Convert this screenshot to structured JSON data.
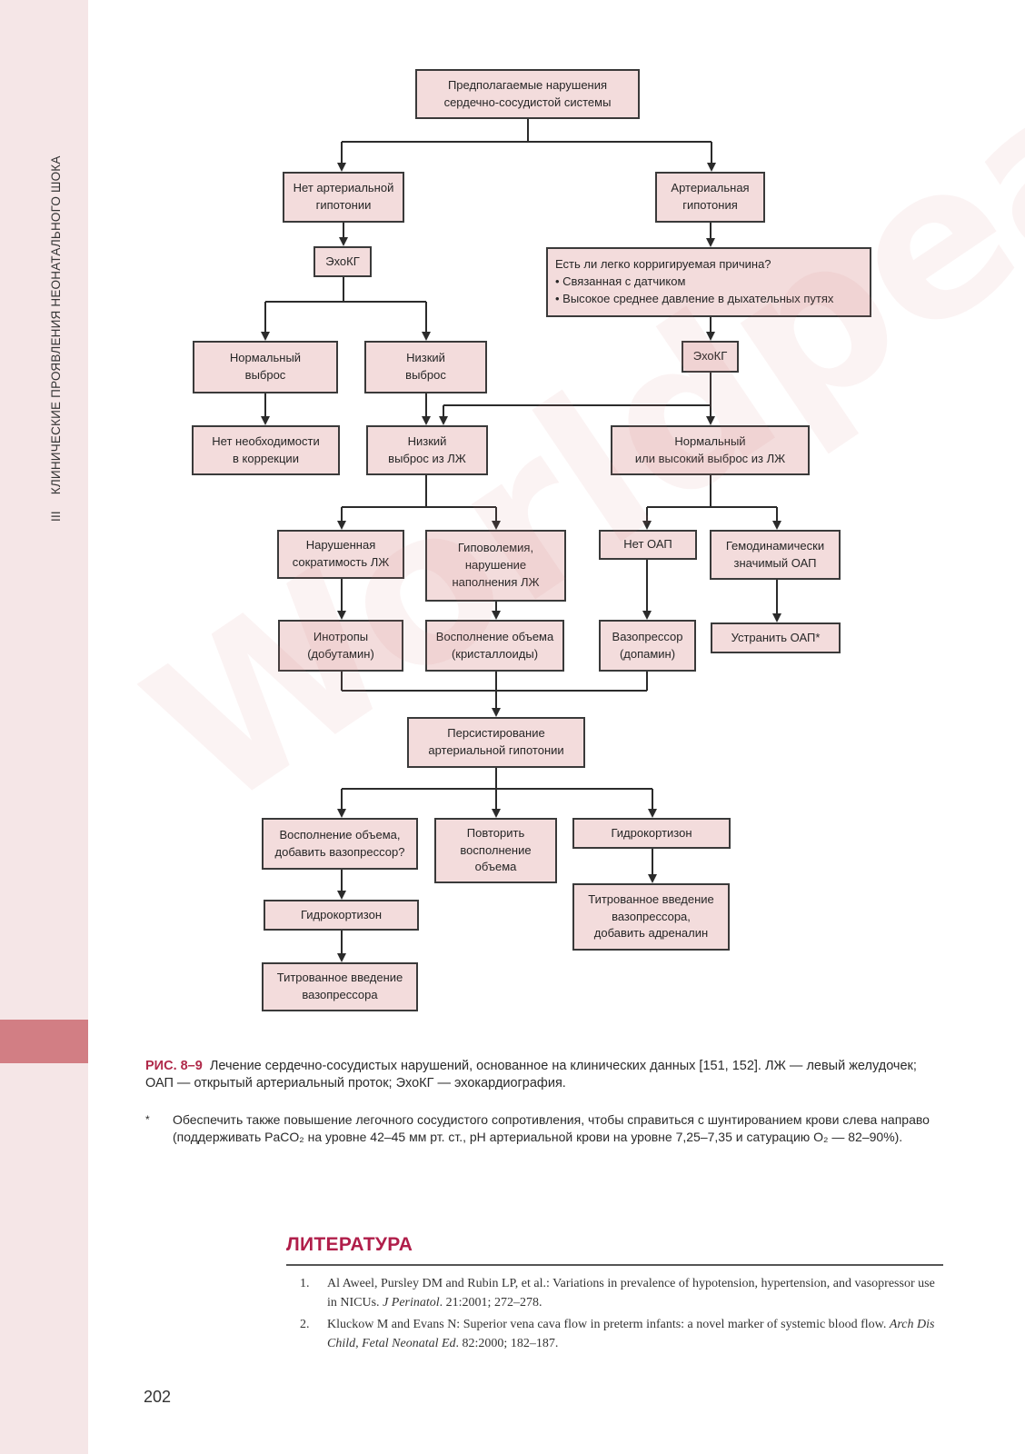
{
  "running_head": {
    "part": "III",
    "title": "КЛИНИЧЕСКИЕ ПРОЯВЛЕНИЯ НЕОНАТАЛЬНОГО ШОКА"
  },
  "flowchart": {
    "root": "Предполагаемые нарушения\nсердечно-сосудистой системы",
    "no_hypotension": "Нет артериальной\nгипотонии",
    "hypotension": "Артериальная\nгипотония",
    "echo_left": "ЭхоКГ",
    "correctable_cause": "Есть ли легко корригируемая причина?\n• Связанная с датчиком\n• Высокое среднее давление в дыхательных путях",
    "echo_right": "ЭхоКГ",
    "normal_output": "Нормальный\nвыброс",
    "low_output": "Низкий\nвыброс",
    "no_correction": "Нет необходимости\nв коррекции",
    "low_lv_output": "Низкий\nвыброс из ЛЖ",
    "normal_high_lv_output": "Нормальный\nили высокий выброс из ЛЖ",
    "impaired_contractility": "Нарушенная\nсократимость ЛЖ",
    "hypovolemia": "Гиповолемия,\nнарушение\nнаполнения ЛЖ",
    "no_pda": "Нет ОАП",
    "significant_pda": "Гемодинамически\nзначимый ОАП",
    "inotropes": "Инотропы\n(добутамин)",
    "volume_crystalloids": "Восполнение объема\n(кристаллоиды)",
    "vasopressor_dopamine": "Вазопрессор\n(допамин)",
    "close_pda": "Устранить ОАП*",
    "persistent_hypotension": "Персистирование\nартериальной гипотонии",
    "volume_add_vasopressor": "Восполнение объема,\nдобавить вазопрессор?",
    "repeat_volume": "Повторить\nвосполнение\nобъема",
    "hydrocortisone_right": "Гидрокортизон",
    "hydrocortisone_left": "Гидрокортизон",
    "titrate_vasopressor": "Титрованное введение\nвазопрессора",
    "titrate_add_adrenaline": "Титрованное введение\nвазопрессора,\nдобавить адреналин"
  },
  "caption": {
    "label": "РИС. 8–9",
    "text": "Лечение сердечно-сосудистых нарушений, основанное на клинических данных [151, 152]. ЛЖ — левый желудочек; ОАП — открытый артериальный проток; ЭхоКГ — эхокардиография."
  },
  "footnote": {
    "mark": "*",
    "text": "Обеспечить также повышение легочного сосудистого сопротивления, чтобы справиться с шунтированием крови слева направо (поддерживать PaCO₂ на уровне 42–45 мм рт. ст., pH артериальной крови на уровне 7,25–7,35 и сатурацию O₂ — 82–90%)."
  },
  "references": {
    "heading": "ЛИТЕРАТУРА",
    "items": [
      {
        "num": "1.",
        "text": "Al Aweel, Pursley DM and Rubin LP, et al.: Variations in prevalence of hypotension, hypertension, and vasopressor use in NICUs. ",
        "journal": "J Perinatol",
        "tail": ". 21:2001; 272–278."
      },
      {
        "num": "2.",
        "text": "Kluckow M and Evans N: Superior vena cava flow in preterm infants: a novel marker of systemic blood flow. ",
        "journal": "Arch Dis Child, Fetal Neonatal Ed",
        "tail": ". 82:2000; 182–187."
      }
    ]
  },
  "page_number": "202",
  "watermark": "Worldpeace!",
  "colors": {
    "box_fill": "#f3dcdc",
    "sidebar": "#f5e6e7",
    "sidebar_tab": "#d27e84",
    "accent": "#b01e4a"
  }
}
